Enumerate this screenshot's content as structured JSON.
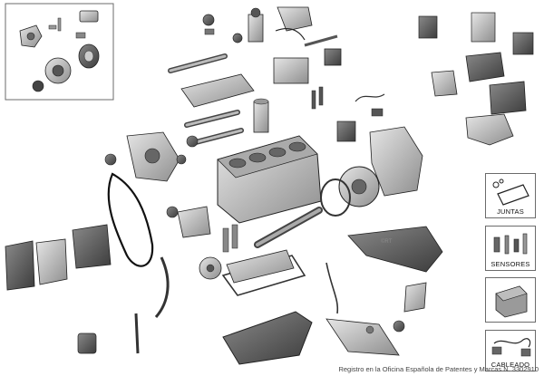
{
  "diagram": {
    "category_panels": [
      {
        "label": "JUNTAS"
      },
      {
        "label": "SENSORES"
      },
      {
        "label": ""
      },
      {
        "label": "CABLEADO"
      }
    ],
    "footer_notice": "Registro en la Oficina Española de Patentes y Marcas N. 3302910",
    "watermark": "©RT"
  },
  "colors": {
    "part_fill": "#c9c9c9",
    "part_dark": "#5a5a5a",
    "part_stroke": "#222222",
    "panel_border": "#6b6b6b"
  }
}
